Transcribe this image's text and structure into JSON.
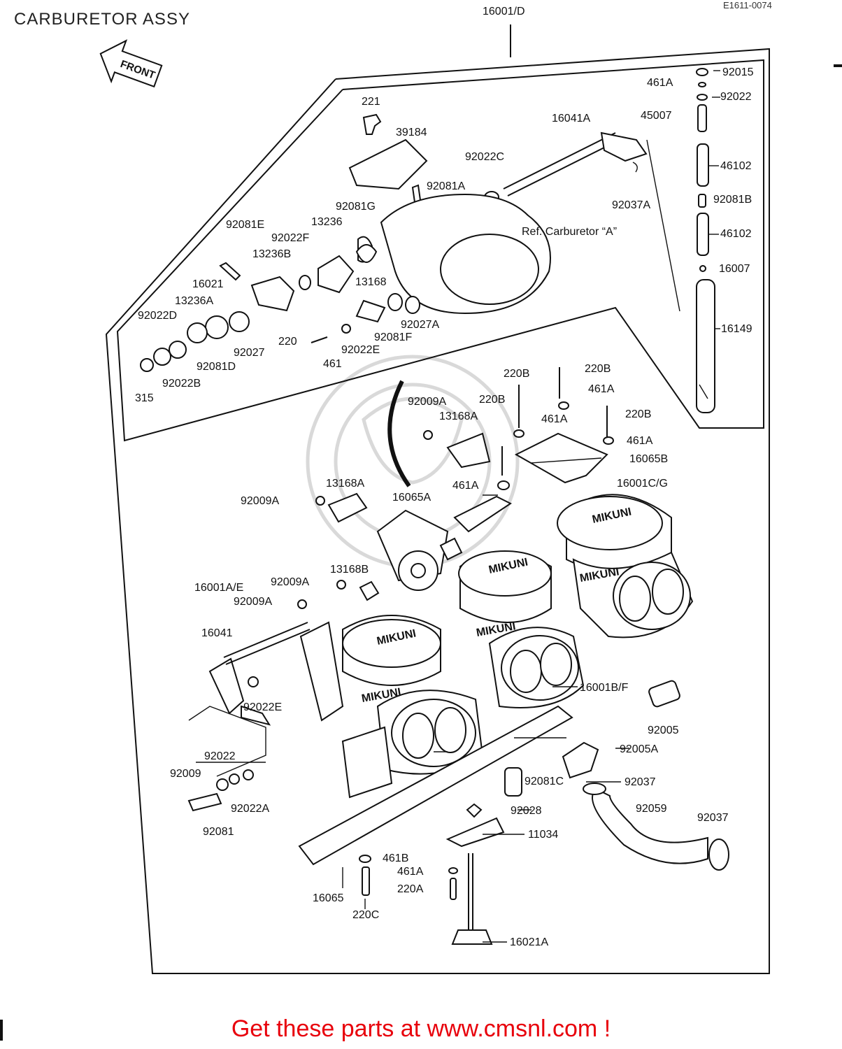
{
  "page": {
    "title": "CARBURETOR ASSY",
    "diagram_ref": "E1611-0074",
    "assembly_number": "16001/D",
    "front_marker": "FRONT",
    "reference_note": "Ref. Carburetor “A”",
    "cap_brand": "MIKUNI",
    "footer_link": "Get these parts at www.cmsnl.com !"
  },
  "callouts": [
    "92015",
    "461A",
    "92022",
    "45007",
    "16041A",
    "46102",
    "92081B",
    "46102",
    "16007",
    "16149",
    "221",
    "39184",
    "92022C",
    "92081A",
    "92037A",
    "92081G",
    "13236",
    "92081E",
    "92022F",
    "13236B",
    "16021",
    "13168",
    "13236A",
    "92022D",
    "92027A",
    "92081F",
    "92027",
    "220",
    "92022E",
    "461",
    "92081D",
    "92022B",
    "315",
    "220B",
    "220B",
    "92009A",
    "220B",
    "461A",
    "13168A",
    "461A",
    "220B",
    "461A",
    "16065B",
    "13168A",
    "461A",
    "16065A",
    "16001C/G",
    "92009A",
    "13168B",
    "16001A/E",
    "92009A",
    "92009A",
    "16041",
    "16001B/F",
    "92022E",
    "92005",
    "92005A",
    "92022",
    "92009",
    "92081C",
    "92037",
    "92022A",
    "92028",
    "92059",
    "92037",
    "92081",
    "11034",
    "461B",
    "461A",
    "220A",
    "16065",
    "220C",
    "16021A"
  ]
}
